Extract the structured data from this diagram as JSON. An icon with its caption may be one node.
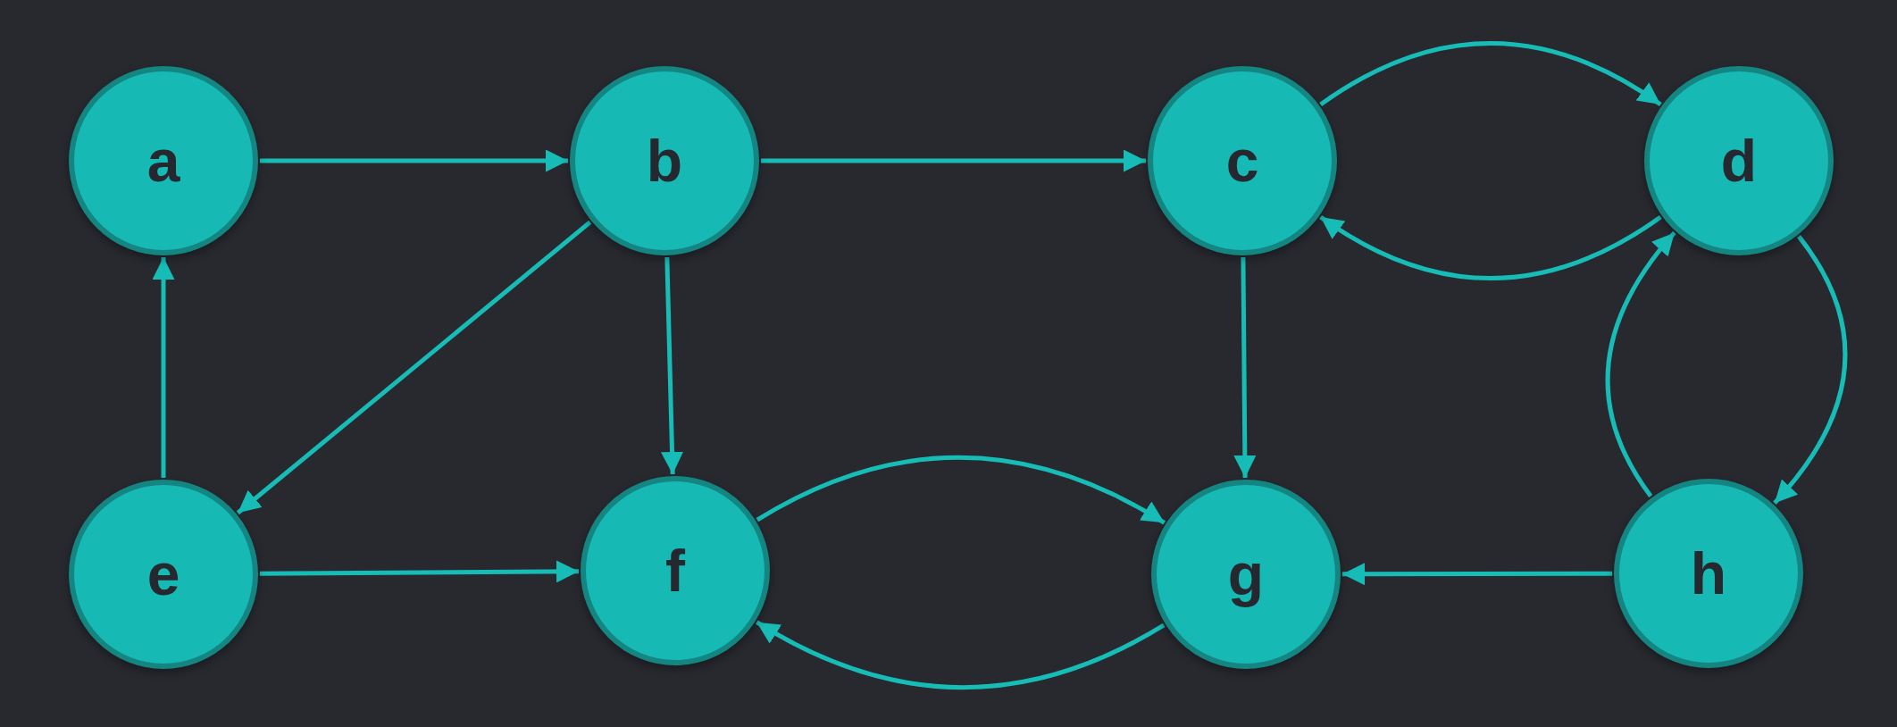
{
  "diagram": {
    "nodes": [
      {
        "text": [
          "a"
        ]
      },
      {
        "text": [
          "b"
        ]
      },
      {
        "text": [
          "c"
        ]
      },
      {
        "text": [
          "d"
        ]
      },
      {
        "text": [
          "e"
        ]
      },
      {
        "text": [
          "f"
        ]
      },
      {
        "text": [
          "g"
        ]
      },
      {
        "text": [
          "h"
        ]
      }
    ],
    "edges": [
      {
        "from": 0,
        "to": 1,
        "arrow": "to"
      },
      {
        "from": 1,
        "to": 2,
        "arrow": "to"
      },
      {
        "from": 2,
        "to": 3,
        "arrow": "to"
      },
      {
        "from": 3,
        "to": 2,
        "arrow": "to"
      },
      {
        "from": 1,
        "to": 4,
        "arrow": "to"
      },
      {
        "from": 1,
        "to": 5,
        "arrow": "to"
      },
      {
        "from": 4,
        "to": 0,
        "arrow": "to"
      },
      {
        "from": 4,
        "to": 5,
        "arrow": "to"
      },
      {
        "from": 2,
        "to": 6,
        "arrow": "to"
      },
      {
        "from": 5,
        "to": 6,
        "arrow": "to"
      },
      {
        "from": 6,
        "to": 5,
        "arrow": "to"
      },
      {
        "from": 3,
        "to": 7,
        "arrow": "to"
      },
      {
        "from": 7,
        "to": 3,
        "arrow": "to"
      },
      {
        "from": 7,
        "to": 6,
        "arrow": "to"
      }
    ]
  }
}
